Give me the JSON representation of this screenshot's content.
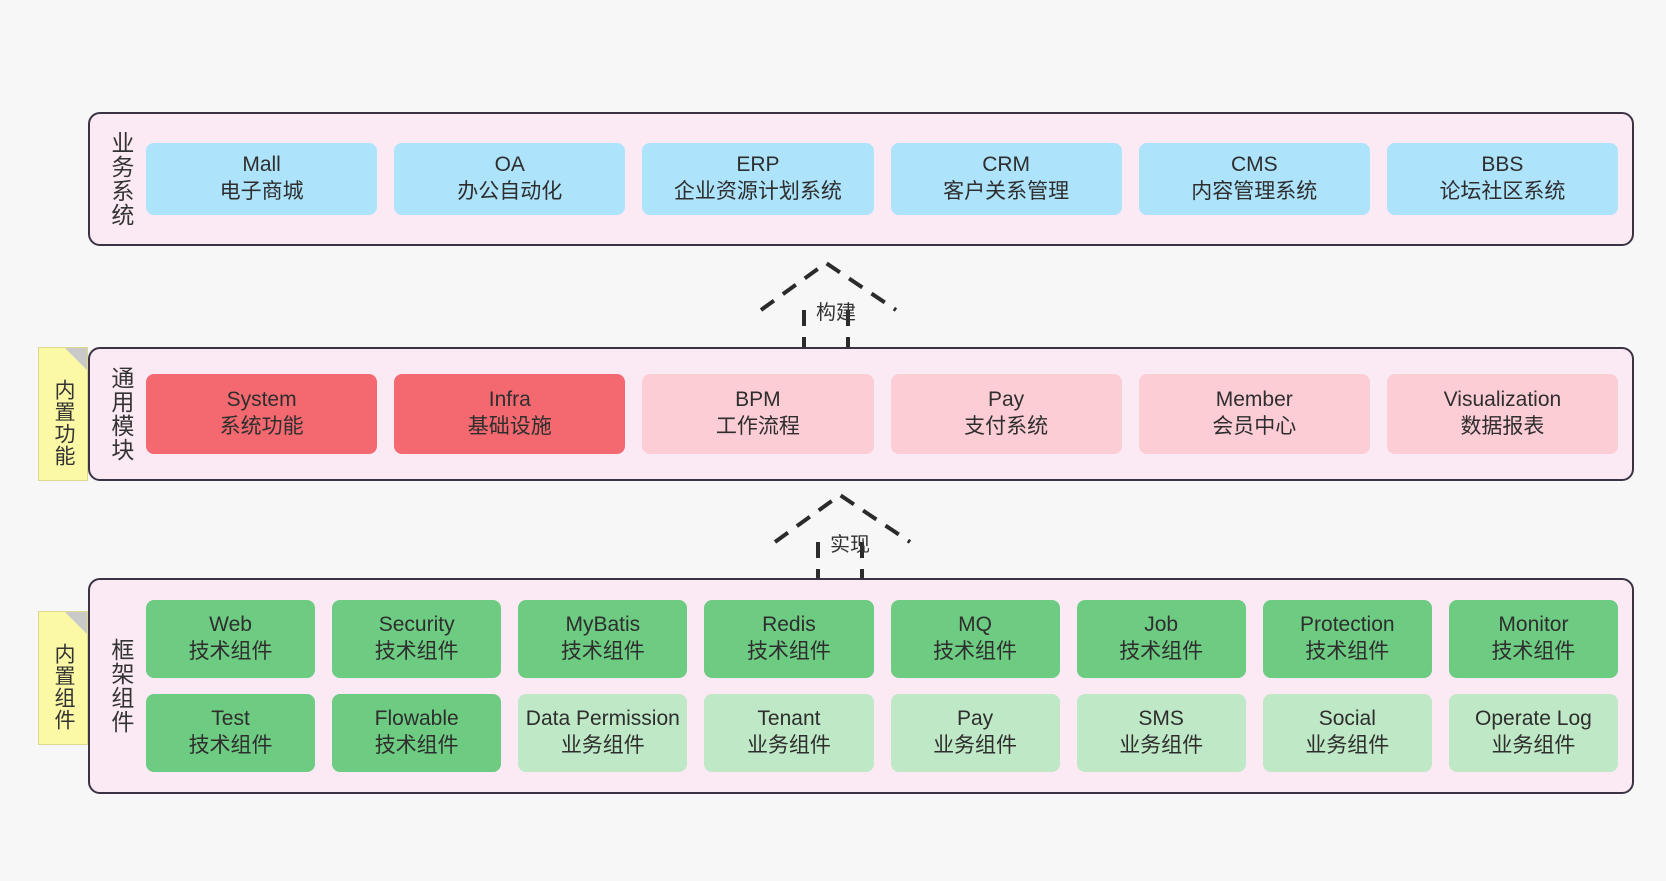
{
  "diagram": {
    "title": "Framework architecture layers",
    "colors": {
      "canvas": "#f7f7f7",
      "layer_bg": "#fbeaf4",
      "layer_border": "#3b3344",
      "blue": "#ade3fb",
      "red": "#f4696f",
      "pink": "#fdcdd6",
      "green": "#6dcc82",
      "light_green": "#bfe8c6",
      "sticky_yellow": "#fbf8a6",
      "sticky_fold": "#c9c9c9"
    }
  },
  "layers": {
    "business": {
      "label": "业务系统",
      "cards": [
        {
          "name": "Mall",
          "desc": "电子商城"
        },
        {
          "name": "OA",
          "desc": "办公自动化"
        },
        {
          "name": "ERP",
          "desc": "企业资源计划系统"
        },
        {
          "name": "CRM",
          "desc": "客户关系管理"
        },
        {
          "name": "CMS",
          "desc": "内容管理系统"
        },
        {
          "name": "BBS",
          "desc": "论坛社区系统"
        }
      ]
    },
    "modules": {
      "label": "通用模块",
      "sticky": "内置功能",
      "cards": [
        {
          "name": "System",
          "desc": "系统功能",
          "tone": "red"
        },
        {
          "name": "Infra",
          "desc": "基础设施",
          "tone": "red"
        },
        {
          "name": "BPM",
          "desc": "工作流程",
          "tone": "pink"
        },
        {
          "name": "Pay",
          "desc": "支付系统",
          "tone": "pink"
        },
        {
          "name": "Member",
          "desc": "会员中心",
          "tone": "pink"
        },
        {
          "name": "Visualization",
          "desc": "数据报表",
          "tone": "pink"
        }
      ]
    },
    "framework": {
      "label": "框架组件",
      "sticky": "内置组件",
      "row1": [
        {
          "name": "Web",
          "desc": "技术组件",
          "tone": "green"
        },
        {
          "name": "Security",
          "desc": "技术组件",
          "tone": "green"
        },
        {
          "name": "MyBatis",
          "desc": "技术组件",
          "tone": "green"
        },
        {
          "name": "Redis",
          "desc": "技术组件",
          "tone": "green"
        },
        {
          "name": "MQ",
          "desc": "技术组件",
          "tone": "green"
        },
        {
          "name": "Job",
          "desc": "技术组件",
          "tone": "green"
        },
        {
          "name": "Protection",
          "desc": "技术组件",
          "tone": "green"
        },
        {
          "name": "Monitor",
          "desc": "技术组件",
          "tone": "green"
        }
      ],
      "row2": [
        {
          "name": "Test",
          "desc": "技术组件",
          "tone": "green"
        },
        {
          "name": "Flowable",
          "desc": "技术组件",
          "tone": "green"
        },
        {
          "name": "Data Permission",
          "desc": "业务组件",
          "tone": "lgreen"
        },
        {
          "name": "Tenant",
          "desc": "业务组件",
          "tone": "lgreen"
        },
        {
          "name": "Pay",
          "desc": "业务组件",
          "tone": "lgreen"
        },
        {
          "name": "SMS",
          "desc": "业务组件",
          "tone": "lgreen"
        },
        {
          "name": "Social",
          "desc": "业务组件",
          "tone": "lgreen"
        },
        {
          "name": "Operate Log",
          "desc": "业务组件",
          "tone": "lgreen"
        }
      ]
    }
  },
  "connectors": [
    {
      "id": "build",
      "label": "构建"
    },
    {
      "id": "implement",
      "label": "实现"
    }
  ]
}
